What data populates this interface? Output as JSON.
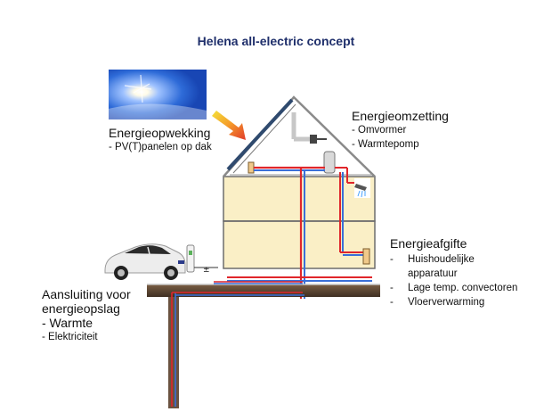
{
  "title": "Helena all-electric concept",
  "sections": {
    "opwekking": {
      "heading": "Energieopwekking",
      "items": [
        "- PV(T)panelen op dak"
      ]
    },
    "omzetting": {
      "heading": "Energieomzetting",
      "items": [
        "- Omvormer",
        "- Warmtepomp"
      ]
    },
    "afgifte": {
      "heading": "Energieafgifte",
      "items": [
        "Huishoudelijke apparatuur",
        "Lage temp. convectoren",
        "Vloerverwarming"
      ]
    },
    "aansluiting": {
      "heading_line1": "Aansluiting voor",
      "heading_line2": "energieopslag",
      "items": [
        "- Warmte",
        "- Elektriciteit"
      ]
    }
  },
  "colors": {
    "title": "#1f2f6b",
    "house_fill": "#faefc6",
    "roof_outline": "#8a8a8a",
    "hot_pipe": "#e0262b",
    "cold_pipe": "#3a6fd8",
    "ground": "#5a4636",
    "sky": "#2b63d6"
  },
  "icons": [
    "sun-photo",
    "car-icon",
    "charger-icon",
    "shower-icon",
    "radiator-icon",
    "heat-pump-icon",
    "arrow-icon"
  ]
}
